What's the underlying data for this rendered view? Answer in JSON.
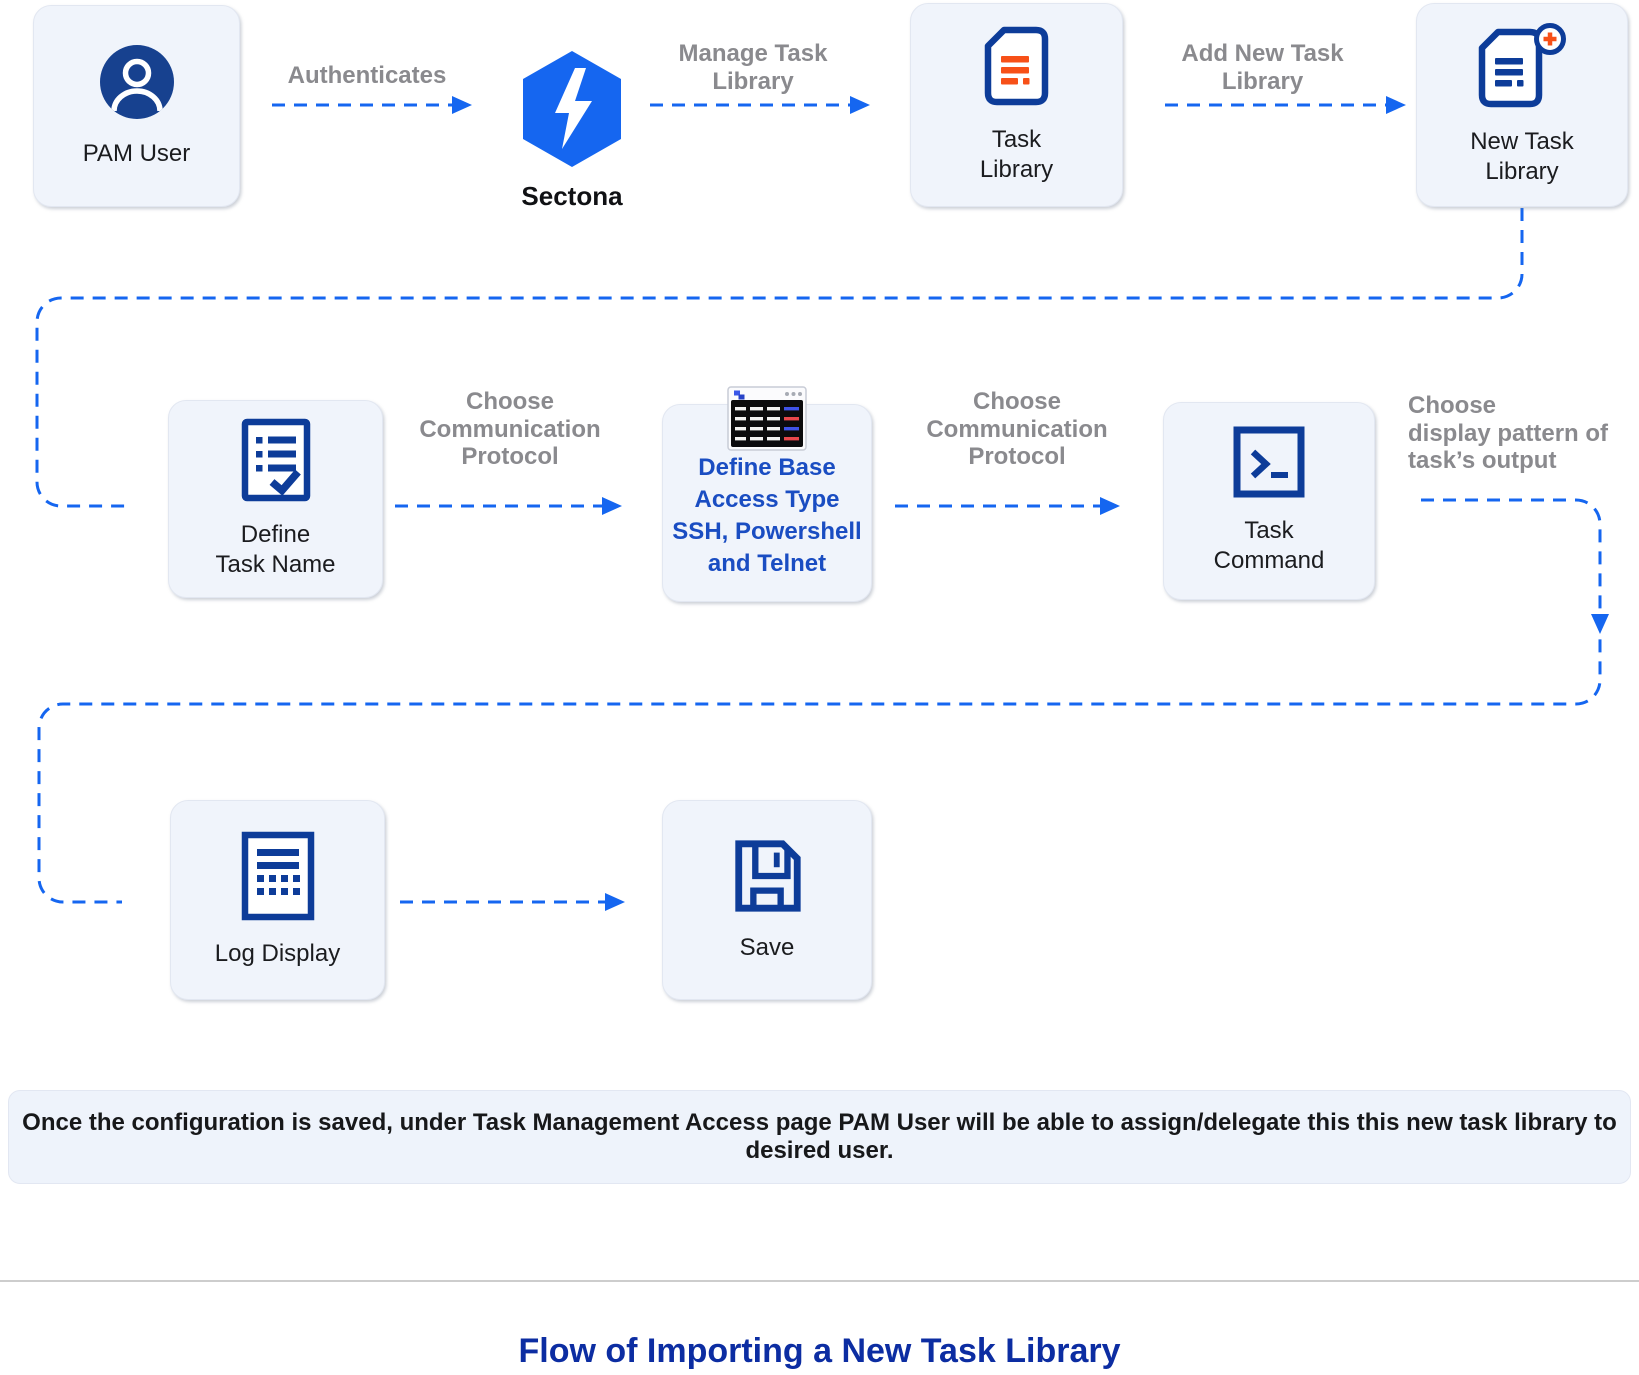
{
  "title": {
    "text": "Flow of Importing a New Task Library"
  },
  "note": {
    "text": "Once the configuration is saved, under Task Management Access page PAM User will be able to assign/delegate this this new task library to desired user."
  },
  "nodes": {
    "pam_user": {
      "label": "PAM User"
    },
    "sectona": {
      "label": "Sectona"
    },
    "task_library": {
      "label": "Task\nLibrary"
    },
    "new_task_library": {
      "label": "New Task\nLibrary"
    },
    "define_task_name": {
      "label": "Define\nTask Name"
    },
    "define_base": {
      "label": "Define Base\nAccess Type\nSSH, Powershell\nand Telnet"
    },
    "task_command": {
      "label": "Task\nCommand"
    },
    "log_display": {
      "label": "Log Display"
    },
    "save": {
      "label": "Save"
    }
  },
  "edges": {
    "authenticates": {
      "label": "Authenticates"
    },
    "manage_task_library": {
      "label": "Manage Task\nLibrary"
    },
    "add_new_task_library": {
      "label": "Add New Task\nLibrary"
    },
    "choose_protocol_1": {
      "label": "Choose\nCommunication\nProtocol"
    },
    "choose_protocol_2": {
      "label": "Choose\nCommunication\nProtocol"
    },
    "choose_display": {
      "label": "Choose\ndisplay pattern of\ntask’s output"
    }
  },
  "icons": {
    "pam_user": "user-icon",
    "sectona": "sectona-hexagon-bolt-icon",
    "task_library": "document-orange-lines-icon",
    "new_task_library": "document-add-icon",
    "define_task_name": "checklist-document-icon",
    "define_base": "terminal-window-icon",
    "task_command": "terminal-prompt-icon",
    "log_display": "log-report-icon",
    "save": "floppy-disk-icon"
  },
  "colors": {
    "arrow_blue": "#1566F0",
    "icon_blue": "#0D3C99",
    "accent_orange": "#F75018",
    "edge_label_gray": "#8A8A8E",
    "node_background": "#F0F4FB",
    "define_base_text_blue": "#1A4DC2",
    "title_blue": "#0C2DA2",
    "terminal_background": "#0B0B0D",
    "terminal_accent_blue": "#4053E8",
    "terminal_accent_red": "#E8474B"
  }
}
